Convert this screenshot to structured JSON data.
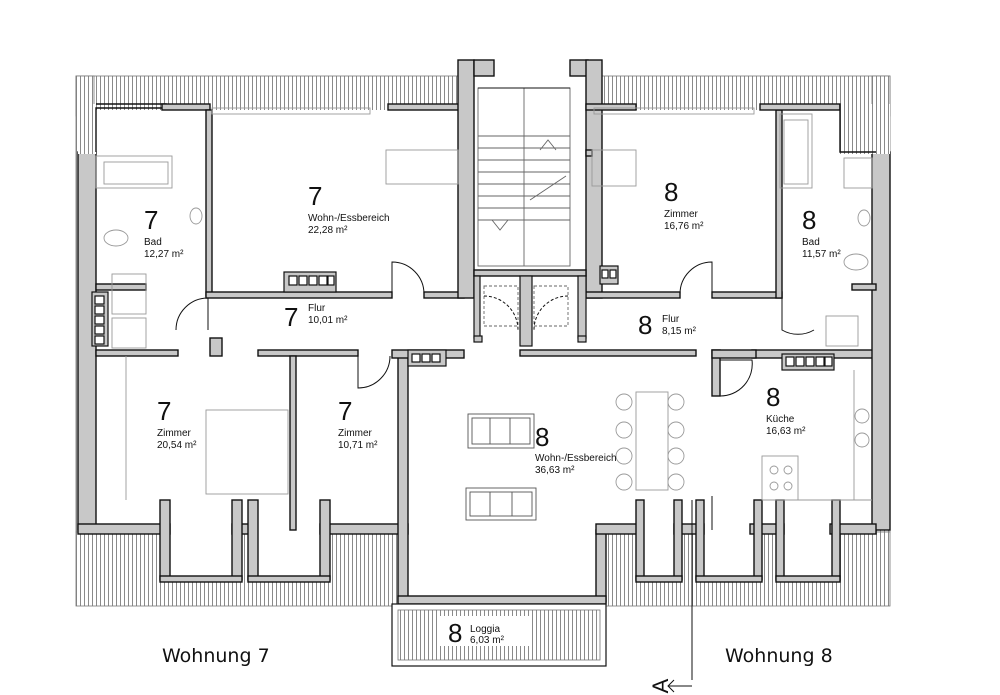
{
  "units": {
    "left": "Wohnung 7",
    "right": "Wohnung 8"
  },
  "section_marker": "A",
  "rooms": {
    "bad7": {
      "num": "7",
      "name": "Bad",
      "area": "12,27 m²"
    },
    "wohn7": {
      "num": "7",
      "name": "Wohn-/Essbereich",
      "area": "22,28 m²"
    },
    "flur7": {
      "num": "7",
      "name": "Flur",
      "area": "10,01 m²"
    },
    "zimA7": {
      "num": "7",
      "name": "Zimmer",
      "area": "20,54 m²"
    },
    "zimB7": {
      "num": "7",
      "name": "Zimmer",
      "area": "10,71 m²"
    },
    "zim8": {
      "num": "8",
      "name": "Zimmer",
      "area": "16,76 m²"
    },
    "bad8": {
      "num": "8",
      "name": "Bad",
      "area": "11,57 m²"
    },
    "flur8": {
      "num": "8",
      "name": "Flur",
      "area": "8,15 m²"
    },
    "wohn8": {
      "num": "8",
      "name": "Wohn-/Essbereich",
      "area": "36,63 m²"
    },
    "kueche8": {
      "num": "8",
      "name": "Küche",
      "area": "16,63 m²"
    },
    "loggia8": {
      "num": "8",
      "name": "Loggia",
      "area": "6,03 m²"
    }
  }
}
